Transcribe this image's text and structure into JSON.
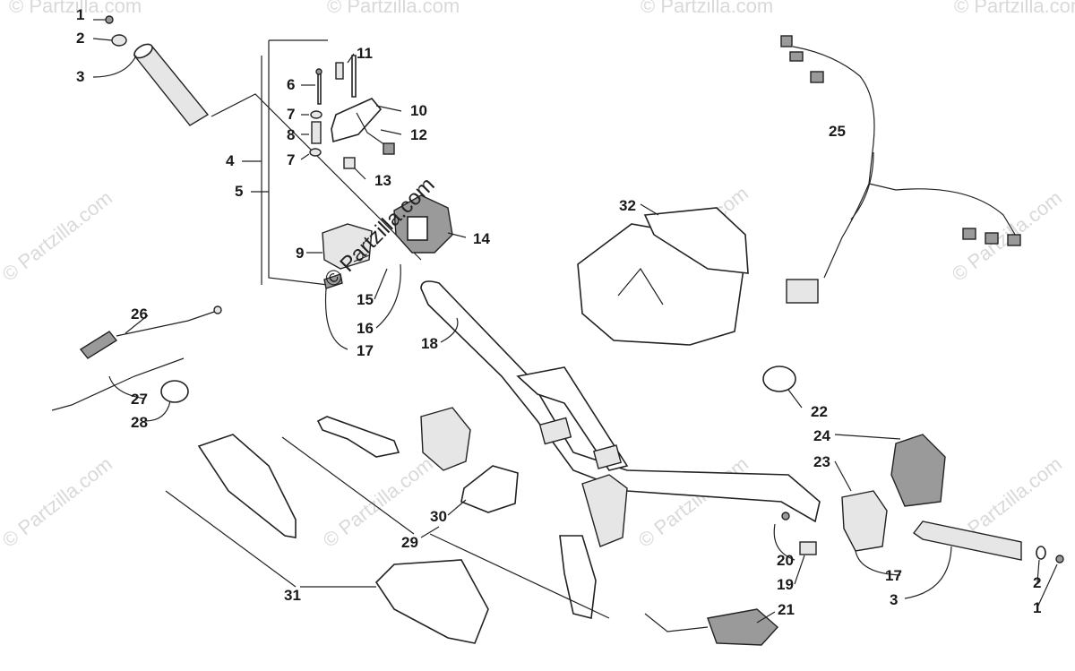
{
  "watermark": {
    "text": "© Partzilla.com",
    "overlay_text": "© Partzilla.com"
  },
  "callouts": [
    {
      "id": "c1a",
      "text": "1"
    },
    {
      "id": "c2a",
      "text": "2"
    },
    {
      "id": "c3a",
      "text": "3"
    },
    {
      "id": "c4",
      "text": "4"
    },
    {
      "id": "c5",
      "text": "5"
    },
    {
      "id": "c6",
      "text": "6"
    },
    {
      "id": "c7a",
      "text": "7"
    },
    {
      "id": "c8",
      "text": "8"
    },
    {
      "id": "c7b",
      "text": "7"
    },
    {
      "id": "c9",
      "text": "9"
    },
    {
      "id": "c10",
      "text": "10"
    },
    {
      "id": "c11",
      "text": "11"
    },
    {
      "id": "c12",
      "text": "12"
    },
    {
      "id": "c13",
      "text": "13"
    },
    {
      "id": "c14",
      "text": "14"
    },
    {
      "id": "c15",
      "text": "15"
    },
    {
      "id": "c16",
      "text": "16"
    },
    {
      "id": "c17a",
      "text": "17"
    },
    {
      "id": "c18",
      "text": "18"
    },
    {
      "id": "c19",
      "text": "19"
    },
    {
      "id": "c20",
      "text": "20"
    },
    {
      "id": "c21",
      "text": "21"
    },
    {
      "id": "c22",
      "text": "22"
    },
    {
      "id": "c23",
      "text": "23"
    },
    {
      "id": "c24",
      "text": "24"
    },
    {
      "id": "c25",
      "text": "25"
    },
    {
      "id": "c26",
      "text": "26"
    },
    {
      "id": "c27",
      "text": "27"
    },
    {
      "id": "c28",
      "text": "28"
    },
    {
      "id": "c29",
      "text": "29"
    },
    {
      "id": "c30",
      "text": "30"
    },
    {
      "id": "c31",
      "text": "31"
    },
    {
      "id": "c32",
      "text": "32"
    },
    {
      "id": "c17b",
      "text": "17"
    },
    {
      "id": "c3b",
      "text": "3"
    },
    {
      "id": "c2b",
      "text": "2"
    },
    {
      "id": "c1b",
      "text": "1"
    }
  ]
}
